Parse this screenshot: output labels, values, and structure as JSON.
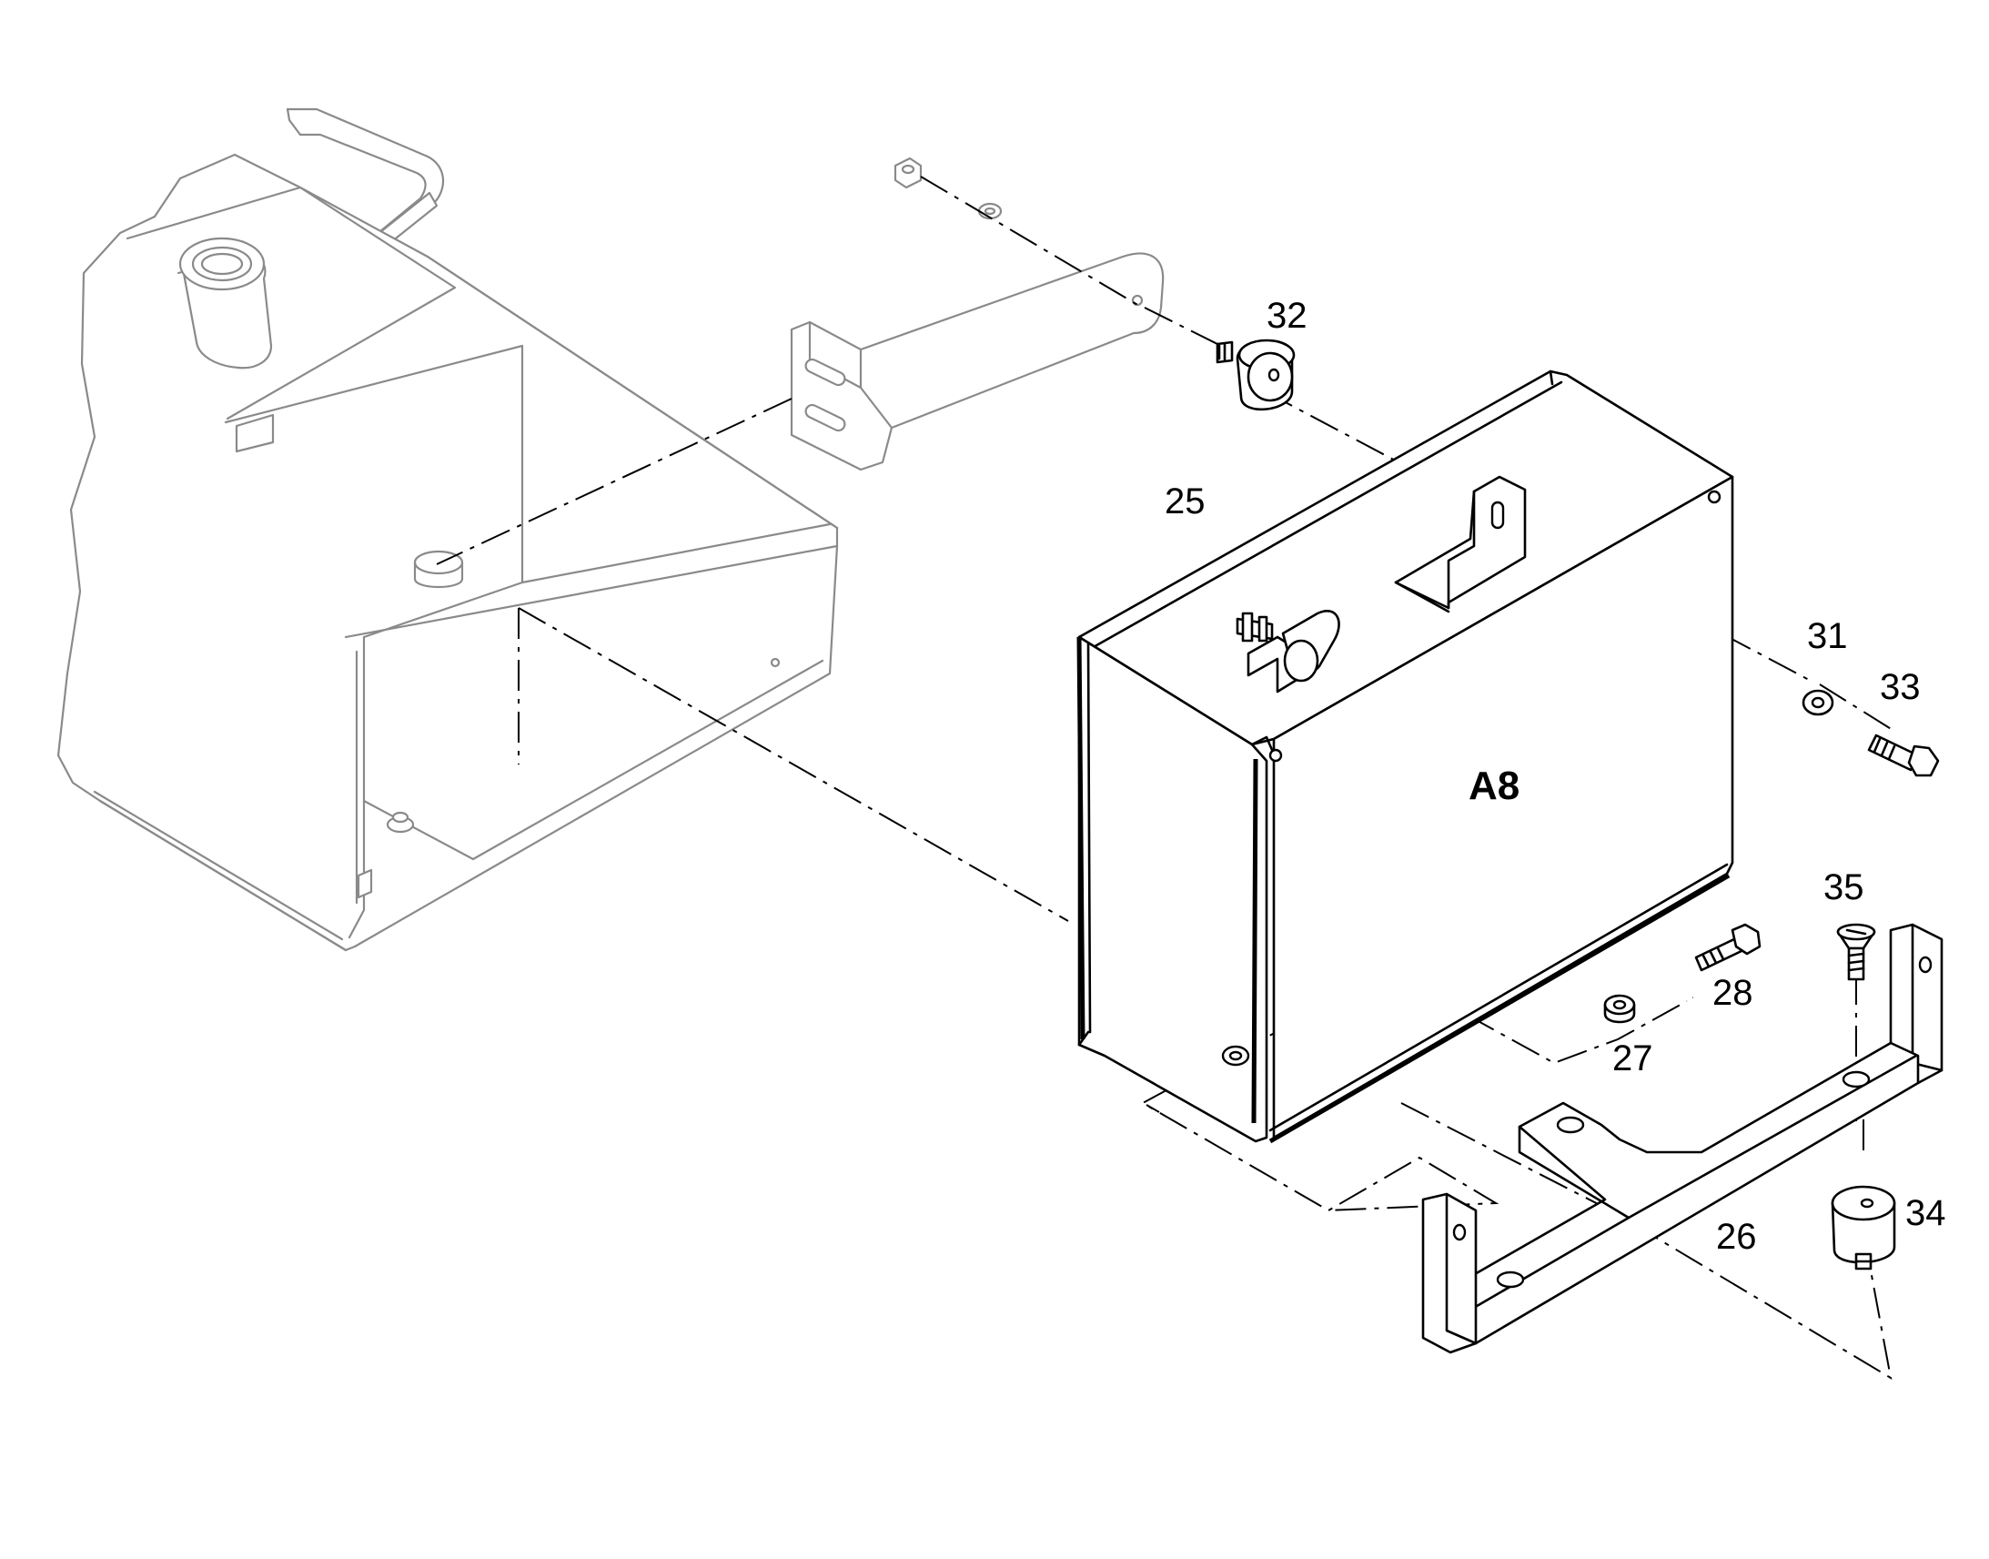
{
  "labels": {
    "p25": "25",
    "p26": "26",
    "p27": "27",
    "p28": "28",
    "p31": "31",
    "p32": "32",
    "p33": "33",
    "p34": "34",
    "p35": "35",
    "assembly": "A8"
  },
  "colors": {
    "line": "#000000",
    "ghost_line": "#8a8a8a",
    "background": "#ffffff"
  }
}
